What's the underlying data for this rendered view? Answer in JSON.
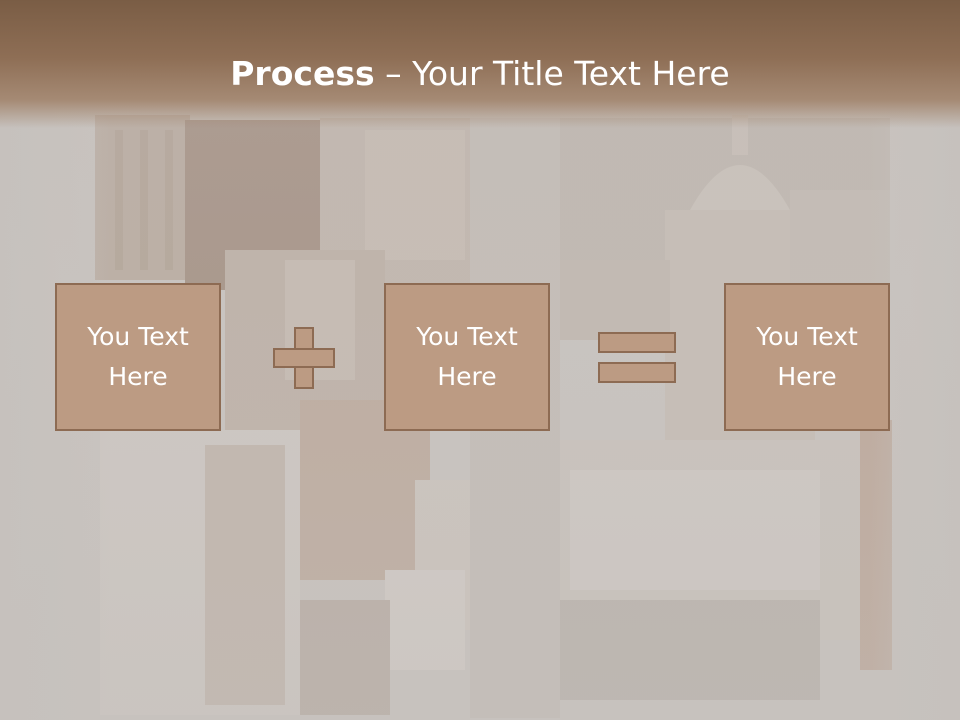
{
  "slide": {
    "title_bold": "Process",
    "title_rest": " – Your Title Text Here",
    "boxes": [
      {
        "label": "You Text\nHere"
      },
      {
        "label": "You Text\nHere"
      },
      {
        "label": "You Text\nHere"
      }
    ],
    "operators": {
      "first": "plus-sign",
      "second": "equals-sign"
    }
  },
  "colors": {
    "title_bar": "#8e6e55",
    "box_fill": "#bc9b83",
    "box_border": "#8d6b53",
    "text": "#ffffff",
    "background": "#c9c4c0"
  }
}
